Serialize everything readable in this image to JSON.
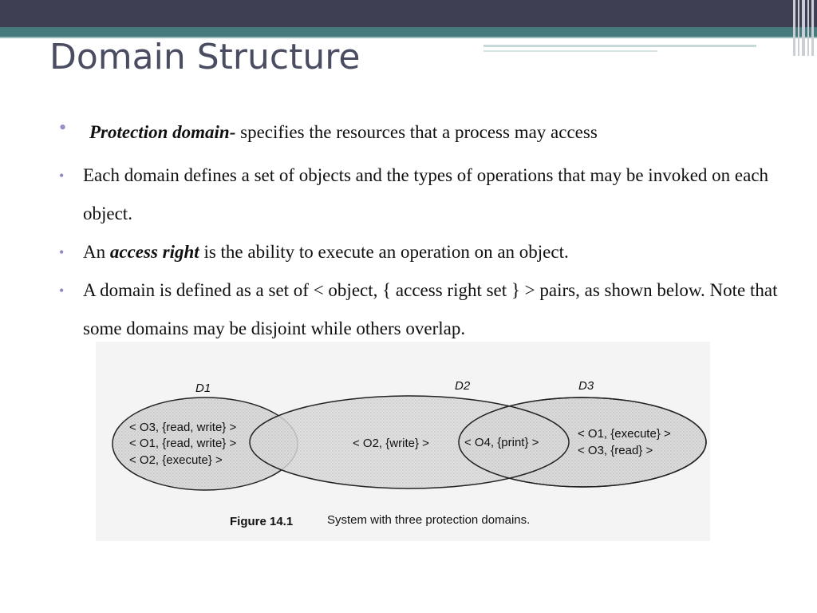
{
  "slide": {
    "title": "Domain Structure",
    "bullets": [
      {
        "bold_italic": "Protection domain-",
        "text": " specifies the resources that a process may access"
      },
      {
        "text": "Each domain defines a set of objects and the types of operations that may be invoked on each object."
      },
      {
        "prefix": "An ",
        "bold_italic": "access right",
        "text": " is the ability to execute an operation on an object."
      },
      {
        "text": "A domain is defined as a set of < object, { access right set } > pairs, as shown below. Note that some domains may be disjoint while others overlap."
      }
    ]
  },
  "figure": {
    "domains": [
      "D1",
      "D2",
      "D3"
    ],
    "d1_pairs": [
      "< O3, {read, write} >",
      "< O1, {read, write} >",
      "< O2, {execute} >"
    ],
    "d2_pair": "< O2, {write} >",
    "overlap_pair": "< O4, {print} >",
    "d3_pairs": [
      "< O1, {execute} >",
      "< O3, {read} >"
    ],
    "caption_label": "Figure 14.1",
    "caption_text": "System with three protection domains."
  }
}
